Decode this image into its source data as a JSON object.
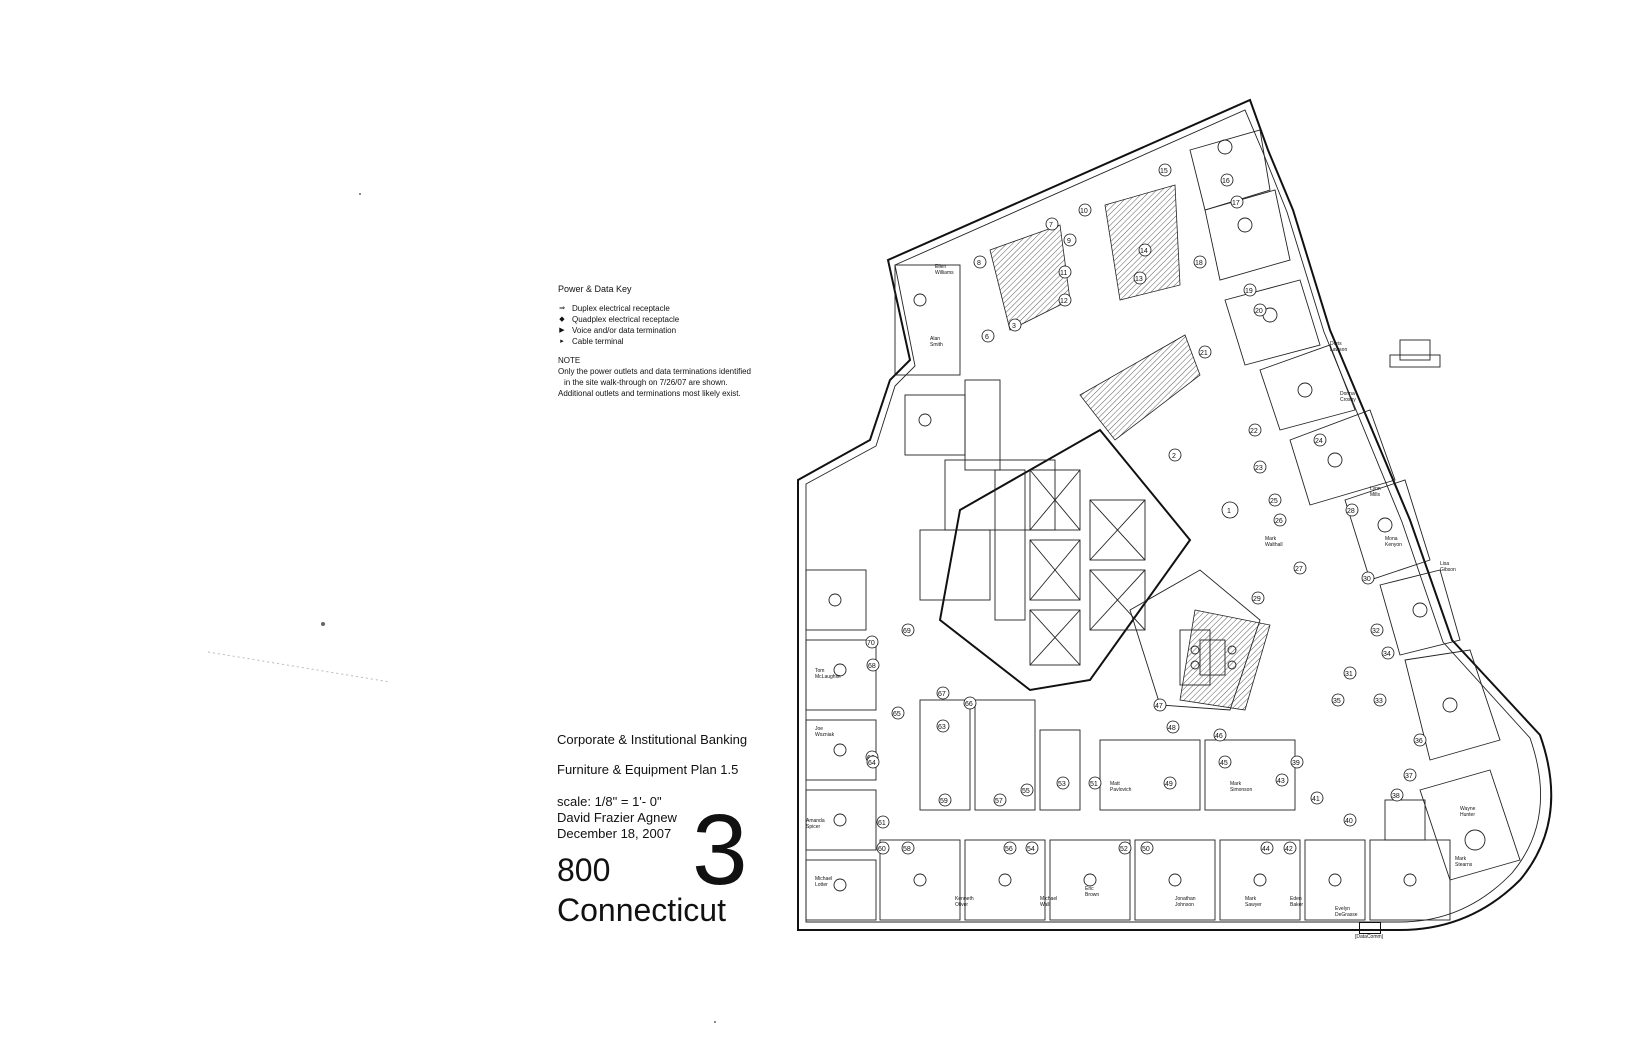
{
  "key": {
    "title": "Power & Data Key",
    "items": [
      {
        "symbol": "⇒",
        "label": "Duplex electrical receptacle"
      },
      {
        "symbol": "◆",
        "label": "Quadplex electrical receptacle"
      },
      {
        "symbol": "▶",
        "label": "Voice and/or data termination"
      },
      {
        "symbol": "▸",
        "label": "Cable terminal"
      }
    ],
    "note_title": "NOTE",
    "note_lines": [
      "Only the power outlets and data terminations identified",
      "in the site walk-through on 7/26/07 are shown.",
      "Additional outlets and terminations most likely exist."
    ]
  },
  "title_block": {
    "department": "Corporate & Institutional Banking",
    "plan_name": "Furniture & Equipment Plan 1.5",
    "scale": "scale: 1/8\" = 1'- 0\"",
    "author": "David Frazier Agnew",
    "date": "December 18, 2007",
    "floor": "3",
    "building_line1": "800",
    "building_line2": "Connecticut"
  },
  "plan": {
    "room_numbers": [
      "1",
      "2",
      "3",
      "6",
      "7",
      "8",
      "9",
      "10",
      "11",
      "12",
      "13",
      "14",
      "15",
      "16",
      "17",
      "18",
      "19",
      "20",
      "21",
      "22",
      "23",
      "24",
      "25",
      "26",
      "27",
      "28",
      "29",
      "30",
      "31",
      "32",
      "33",
      "34",
      "35",
      "36",
      "37",
      "38",
      "39",
      "40",
      "41",
      "42",
      "43",
      "44",
      "45",
      "46",
      "47",
      "48",
      "49",
      "50",
      "51",
      "52",
      "53",
      "54",
      "55",
      "56",
      "57",
      "58",
      "59",
      "60",
      "61",
      "62",
      "63",
      "64",
      "65",
      "66",
      "67",
      "68",
      "69",
      "70"
    ],
    "names": [
      "Wayne Hunter",
      "Mark Stearns",
      "Kenneth Oliver",
      "Michael Wall",
      "Eric Brown",
      "Jonathan Johnson",
      "Mark Sawyer",
      "Eden Baker",
      "Evelyn DeGrasse",
      "Tom McLaughlin",
      "Joe Wozniak",
      "Amanda Spicer",
      "Michael Lotter",
      "Matt Pavlovich",
      "Lisa Gibson",
      "Alan Smith",
      "Lynn Mills",
      "Mona Kenyon",
      "Mark Walthall",
      "Ellen Williams",
      "Doris Lawson",
      "Donna Crosby",
      "Mark Simonson"
    ],
    "callout": "[DataComm]"
  }
}
